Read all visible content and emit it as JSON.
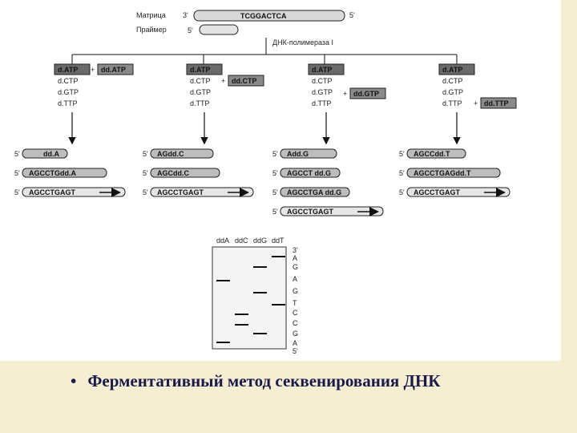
{
  "caption": {
    "bullet": "•",
    "text": "Ферментативный метод секвенирования ДНК"
  },
  "top": {
    "matrix_label": "Матрица",
    "primer_label": "Праймер",
    "polymerase_label": "ДНК-полимераза I",
    "template_seq": "TCGGACTCA",
    "three_prime": "3'",
    "five_prime": "5'"
  },
  "reactions": [
    {
      "mix": [
        "d.ATP",
        "dd.ATP",
        "d.CTP",
        "d.GTP",
        "d.TTP"
      ],
      "dd_index": 1,
      "products": [
        "dd.A",
        "AGCCTGdd.A",
        "AGCCTGAGT"
      ]
    },
    {
      "mix": [
        "d.ATP",
        "dd.CTP",
        "d.CTP",
        "d.GTP",
        "d.TTP"
      ],
      "dd_index": 1,
      "products": [
        "AGdd.C",
        "AGCdd.C",
        "AGCCTGAGT"
      ]
    },
    {
      "mix": [
        "d.ATP",
        "dd.GTP",
        "d.CTP",
        "d.GTP",
        "d.TTP"
      ],
      "dd_index": 1,
      "products": [
        "Add.G",
        "AGCCT dd.G",
        "AGCCTGA dd.G",
        "AGCCTGAGT"
      ]
    },
    {
      "mix": [
        "d.ATP",
        "dd.TTP",
        "d.CTP",
        "d.GTP",
        "d.TTP"
      ],
      "dd_index": 1,
      "products": [
        "AGCCdd.T",
        "AGCCTGAGdd.T",
        "AGCCTGAGT"
      ]
    }
  ],
  "gel": {
    "lanes": [
      "ddA",
      "ddC",
      "ddG",
      "ddT"
    ],
    "read_sequence": [
      "3'",
      "A",
      "G",
      "A",
      "G",
      "T",
      "C",
      "C",
      "G",
      "A",
      "5'"
    ]
  }
}
